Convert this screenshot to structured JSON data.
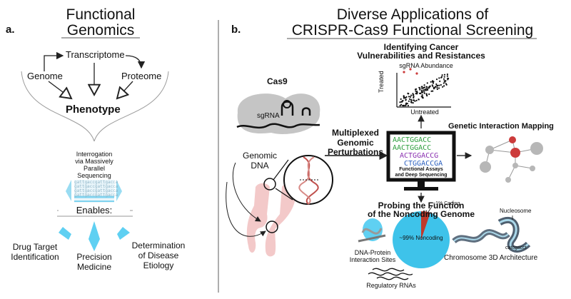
{
  "panel_a": {
    "label": "a.",
    "title_line1": "Functional",
    "title_line2": "Genomics",
    "nodes": {
      "genome": "Genome",
      "transcriptome": "Transcriptome",
      "proteome": "Proteome",
      "phenotype": "Phenotype"
    },
    "interrogation": [
      "Interrogation",
      "via Massively",
      "Parallel",
      "Sequencing"
    ],
    "seq_reads": [
      "gattgaccgattgacca",
      "gattgaccgattgacca",
      "gattgaccgattgacca",
      "gattgaccgattgacca"
    ],
    "enables": "Enables:",
    "outcomes": {
      "drug_target": [
        "Drug Target",
        "Identification"
      ],
      "precision": [
        "Precision",
        "Medicine"
      ],
      "etiology": [
        "Determination",
        "of Disease",
        "Etiology"
      ]
    }
  },
  "panel_b": {
    "label": "b.",
    "title_line1": "Diverse Applications of",
    "title_line2": "CRISPR-Cas9 Functional Screening",
    "cas9": {
      "label": "Cas9",
      "sgrna": "sgRNA"
    },
    "genomic_dna": [
      "Genomic",
      "DNA"
    ],
    "multiplexed": [
      "Multiplexed",
      "Genomic",
      "Perturbations"
    ],
    "screen_seqs": [
      "AACTGGACC",
      "AACTGGACC",
      "ACTGGACCG",
      "CTGGACCGA"
    ],
    "assays": [
      "Functional Assays",
      "and Deep Sequencing"
    ],
    "cancer": {
      "title_line1": "Identifying Cancer",
      "title_line2": "Vulnerabilities and Resistances",
      "plot_title": "sgRNA Abundance",
      "xlabel": "Untreated",
      "ylabel": "Treated"
    },
    "interaction_mapping": "Genetic Interaction Mapping",
    "noncoding": {
      "title_line1": "Probing the Function",
      "title_line2": "of the Noncoding Genome",
      "coding_label": "~1% Coding",
      "noncoding_label": "~99% Noncoding",
      "dna_protein": [
        "DNA-Protein",
        "Interaction Sites"
      ],
      "regulatory": "Regulatory RNAs",
      "nucleosome": "Nucleosome",
      "catcgacct": "catcgacct",
      "chromosome_3d": "Chromosome 3D Architecture"
    },
    "colors": {
      "cyan": "#3ec3ea",
      "red_dot": "#cc3b3b",
      "node_grey": "#b7b7b7",
      "seq_green": "#2e9e3e",
      "seq_blue": "#2a5fbf",
      "seq_purple": "#8a2fb0"
    }
  }
}
